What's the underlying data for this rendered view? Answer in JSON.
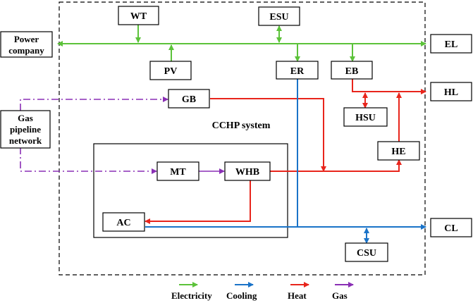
{
  "system_label": "CCHP system",
  "nodes": {
    "wt": "WT",
    "esu": "ESU",
    "power_company": [
      "Power",
      "company"
    ],
    "el": "EL",
    "pv": "PV",
    "er": "ER",
    "eb": "EB",
    "gb": "GB",
    "hl": "HL",
    "hsu": "HSU",
    "gas_network": [
      "Gas",
      "pipeline",
      "network"
    ],
    "he": "HE",
    "mt": "MT",
    "whb": "WHB",
    "ac": "AC",
    "cl": "CL",
    "csu": "CSU"
  },
  "legend": [
    {
      "label": "Electricity",
      "color": "#5cc23a"
    },
    {
      "label": "Cooling",
      "color": "#1a73c8"
    },
    {
      "label": "Heat",
      "color": "#e8251c"
    },
    {
      "label": "Gas",
      "color": "#8a2fb5"
    }
  ],
  "colors": {
    "electricity": "#5cc23a",
    "cooling": "#1a73c8",
    "heat": "#e8251c",
    "gas": "#8a2fb5"
  }
}
